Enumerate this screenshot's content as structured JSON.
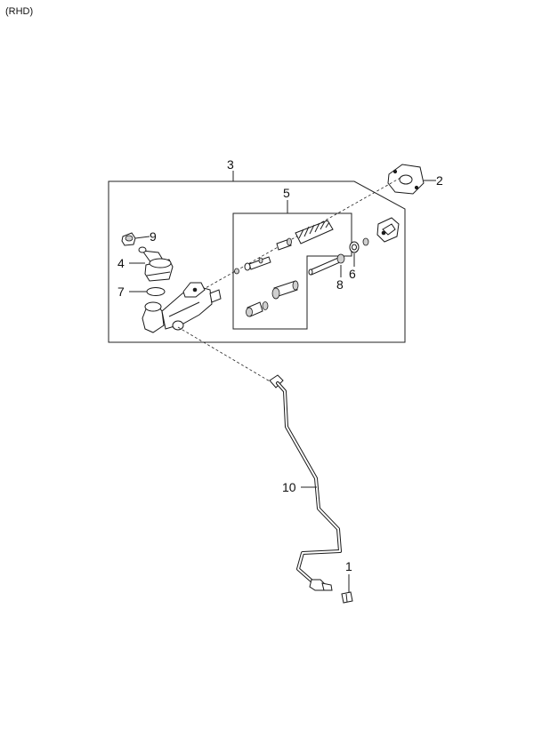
{
  "header": {
    "variant_label": "(RHD)"
  },
  "callouts": [
    {
      "id": "3",
      "text": "3"
    },
    {
      "id": "2",
      "text": "2"
    },
    {
      "id": "5",
      "text": "5"
    },
    {
      "id": "9",
      "text": "9"
    },
    {
      "id": "4",
      "text": "4"
    },
    {
      "id": "7",
      "text": "7"
    },
    {
      "id": "8",
      "text": "8"
    },
    {
      "id": "6",
      "text": "6"
    },
    {
      "id": "10",
      "text": "10"
    },
    {
      "id": "1",
      "text": "1"
    }
  ]
}
